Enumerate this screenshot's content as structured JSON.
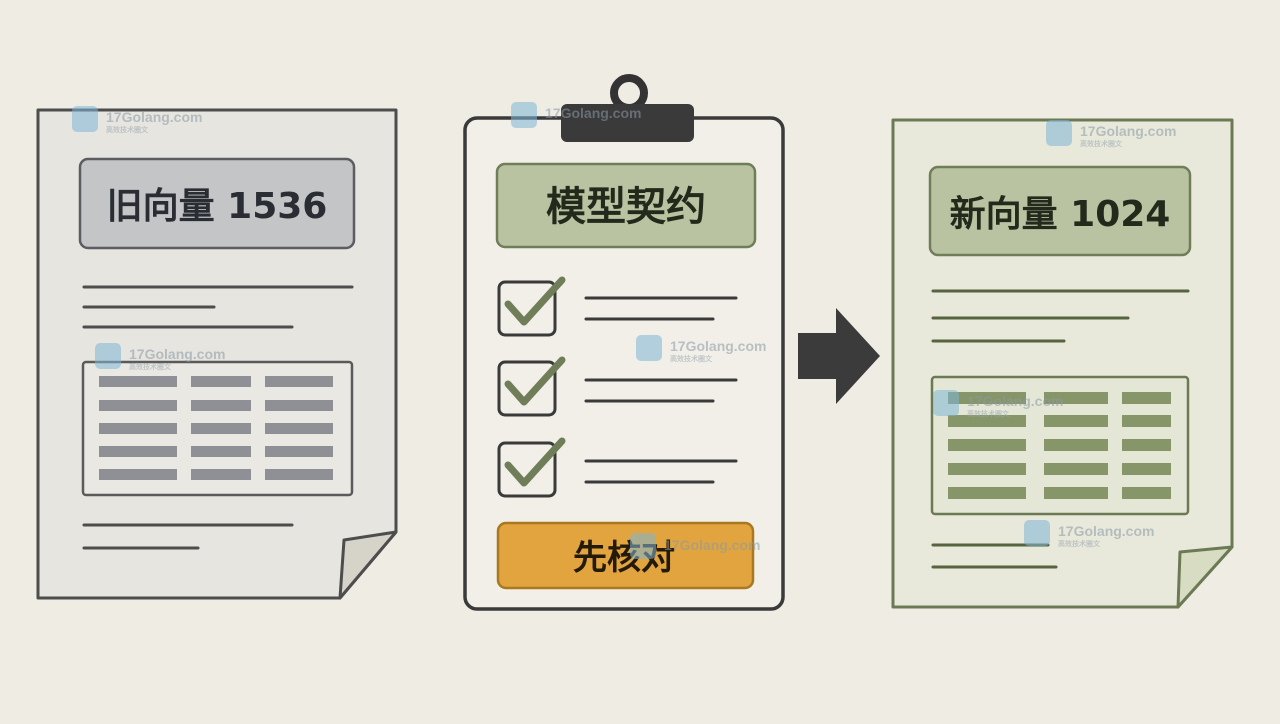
{
  "old_doc": {
    "label": "旧向量 1536"
  },
  "contract": {
    "label": "模型契约",
    "verify_label": "先核对"
  },
  "new_doc": {
    "label": "新向量 1024"
  },
  "watermark": {
    "text": "17Golang.com",
    "subtext": "高效技术圈文"
  },
  "colors": {
    "background": "#efece3",
    "old_accent": "#8e9095",
    "new_accent": "#6f7e58",
    "contract_accent": "#b9c3a2",
    "verify_accent": "#e2a43e",
    "ink": "#3a3a3a",
    "arrow": "#3b3b3b"
  }
}
